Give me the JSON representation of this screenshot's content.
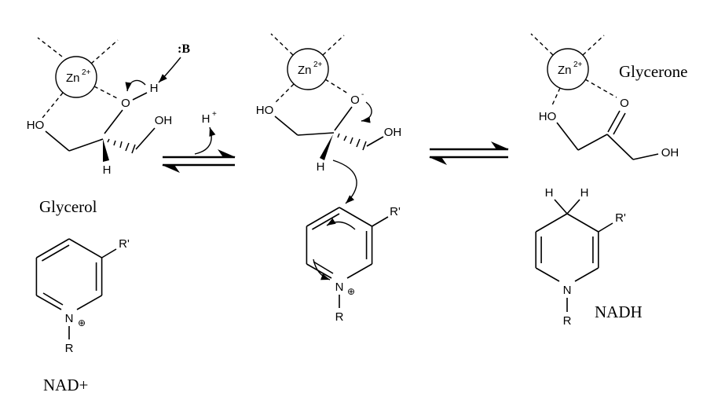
{
  "left": {
    "zn": "Zn",
    "zn_charge": "2+",
    "base": ":B",
    "bridge_h": "H",
    "o": "O",
    "ho": "HO",
    "oh": "OH",
    "stereo_h": "H",
    "name": "Glycerol"
  },
  "proton": {
    "symbol": "H",
    "charge": "+"
  },
  "middle": {
    "zn": "Zn",
    "zn_charge": "2+",
    "o": "O",
    "o_charge": "-",
    "ho": "HO",
    "oh": "OH",
    "stereo_h": "H",
    "ring": {
      "r_prime": "R'",
      "n": "N",
      "n_charge": "⊕",
      "r": "R"
    }
  },
  "right": {
    "zn": "Zn",
    "zn_charge": "2+",
    "o": "O",
    "ho": "HO",
    "oh": "OH",
    "name": "Glycerone"
  },
  "nad": {
    "r_prime": "R'",
    "n": "N",
    "n_charge": "⊕",
    "r": "R",
    "name": "NAD+"
  },
  "nadh": {
    "h_left": "H",
    "h_right": "H",
    "r_prime": "R'",
    "n": "N",
    "r": "R",
    "name": "NADH"
  },
  "colors": {
    "ink": "#000000",
    "paper": "#ffffff"
  }
}
